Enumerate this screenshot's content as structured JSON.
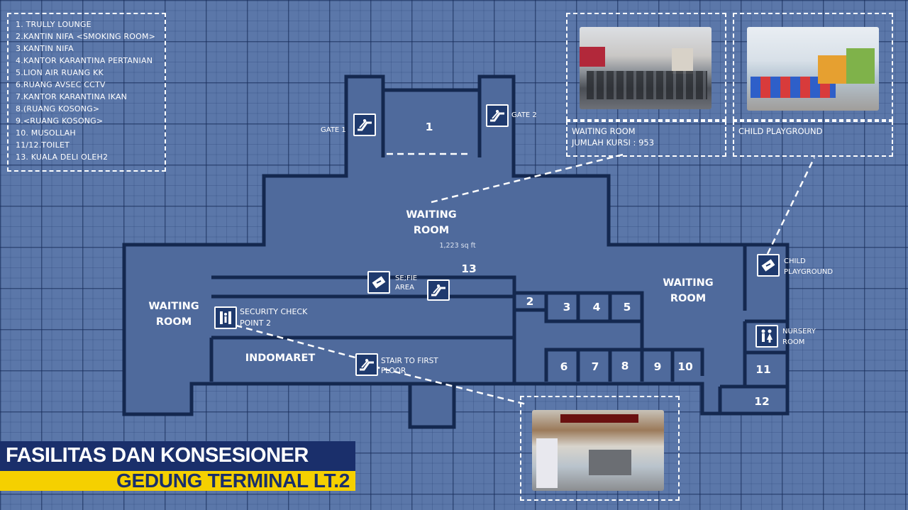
{
  "legend": [
    "1. TRULLY LOUNGE",
    "2.KANTIN NIFA <SMOKING ROOM>",
    "3.KANTIN NIFA",
    "4.KANTOR KARANTINA PERTANIAN",
    "5.LION AIR RUANG KK",
    "6.RUANG AVSEC CCTV",
    "7.KANTOR KARANTINA IKAN",
    "8.(RUANG KOSONG>",
    "9.<RUANG KOSONG>",
    "10. MUSOLLAH",
    "11/12.TOILET",
    "13. KUALA DELI OLEH2"
  ],
  "waiting_panel": {
    "caption": "WAITING ROOM\nJUMLAH KURSI : 953"
  },
  "child_panel": {
    "caption": "CHILD PLAYGROUND"
  },
  "rooms": {
    "r1": "1",
    "r2": "2",
    "r3": "3",
    "r4": "4",
    "r5": "5",
    "r6": "6",
    "r7": "7",
    "r8": "8",
    "r9": "9",
    "r10": "10",
    "r11": "11",
    "r12": "12",
    "r13": "13"
  },
  "labels": {
    "waiting_center": "WAITING\nROOM",
    "area": "1,223 sq ft",
    "waiting_left": "WAITING\nROOM",
    "waiting_right": "WAITING\nROOM",
    "indomaret": "INDOMARET",
    "gate1": "GATE 1",
    "gate2": "GATE 2",
    "selfie": "SE;FIE\nAREA",
    "security": "SECURITY CHECK\nPOINT 2",
    "stair": "STAIR TO FIRST\nFLOOR",
    "child_playground": "CHILD\nPLAYGROUND",
    "nursery": "NURSERY\nROOM"
  },
  "icons": [
    "escalator-icon",
    "ticket-icon",
    "security-gate-icon",
    "nursery-icon"
  ],
  "title": {
    "line1": "FASILITAS DAN KONSESIONER",
    "line2": "GEDUNG TERMINAL LT.2"
  },
  "colors": {
    "background": "#5b77a9",
    "floor": "#4f6a9c",
    "wall": "#14284f",
    "title_bg": "#1a2f6b",
    "title_accent": "#f5d000"
  }
}
